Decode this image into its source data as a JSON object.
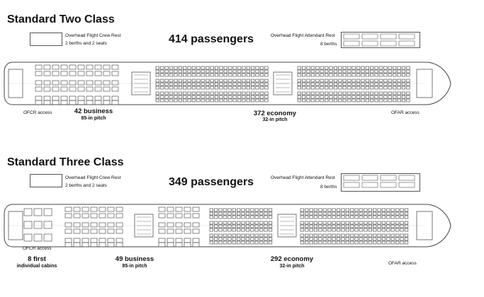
{
  "two_class": {
    "title": "Standard Two Class",
    "passengers": "414 passengers",
    "crew_rest_label": "Overhead Flight Crew Rest",
    "crew_rest_detail": "2 berths and 2 seats",
    "attendant_rest_label": "Overhead Flight Attendant Rest",
    "attendant_rest_detail": "8 berths",
    "ofcr_access": "OFCR access",
    "ofar_access": "OFAR access",
    "business_count": "42 business",
    "business_pitch": "85-in pitch",
    "economy_count": "372 economy",
    "economy_pitch": "32-in pitch"
  },
  "three_class": {
    "title": "Standard Three Class",
    "passengers": "349 passengers",
    "crew_rest_label": "Overhead Flight Crew Rest",
    "crew_rest_detail": "2 berths and 2 seats",
    "attendant_rest_label": "Overhead Flight Attendant Rest",
    "attendant_rest_detail": "8 berths",
    "ofcr_access": "OFCR access",
    "ofar_access": "OFAR access",
    "first_count": "8 first",
    "first_detail": "individual cabins",
    "business_count": "49 business",
    "business_pitch": "85-in pitch",
    "economy_count": "292 economy",
    "economy_pitch": "32-in pitch"
  }
}
